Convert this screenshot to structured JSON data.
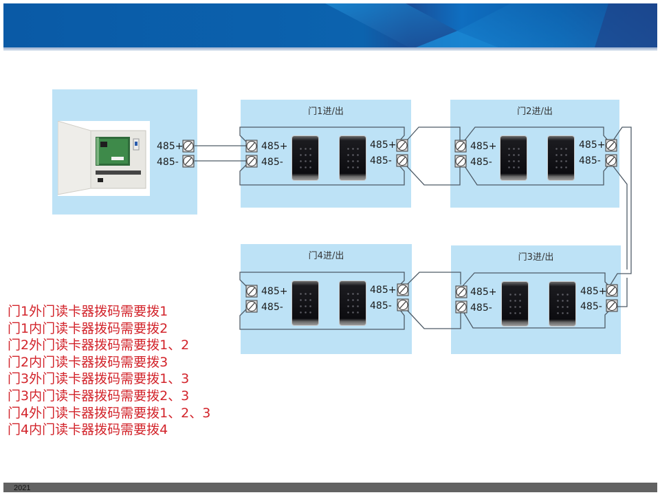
{
  "banner": {
    "color": "#0b5fab"
  },
  "controller": {
    "terminals": [
      {
        "label": "485+"
      },
      {
        "label": "485-"
      }
    ]
  },
  "doors": [
    {
      "id": "door1",
      "title": "门1进/出",
      "left_labels": [
        "485+",
        "485-"
      ],
      "right_labels": [
        "485+",
        "485-"
      ]
    },
    {
      "id": "door2",
      "title": "门2进/出",
      "left_labels": [
        "485+",
        "485-"
      ],
      "right_labels": [
        "485+",
        "485-"
      ]
    },
    {
      "id": "door3",
      "title": "门3进/出",
      "left_labels": [
        "485+",
        "485-"
      ],
      "right_labels": [
        "485+",
        "485-"
      ]
    },
    {
      "id": "door4",
      "title": "门4进/出",
      "left_labels": [
        "485+",
        "485-"
      ],
      "right_labels": [
        "485+",
        "485-"
      ]
    }
  ],
  "notes": [
    "门1外门读卡器拨码需要拨1",
    "门1内门读卡器拨码需要拨2",
    "门2外门读卡器拨码需要拨1、2",
    "门2内门读卡器拨码需要拨3",
    "门3外门读卡器拨码需要拨1、3",
    "门3内门读卡器拨码需要拨2、3",
    "门4外门读卡器拨码需要拨1、2、3",
    "门4内门读卡器拨码需要拨4"
  ],
  "colors": {
    "panel": "#bde2f6",
    "note_text": "#d2232a",
    "wire": "#4d5a66",
    "footer": "#626262"
  },
  "footer": {
    "text": "2021"
  }
}
